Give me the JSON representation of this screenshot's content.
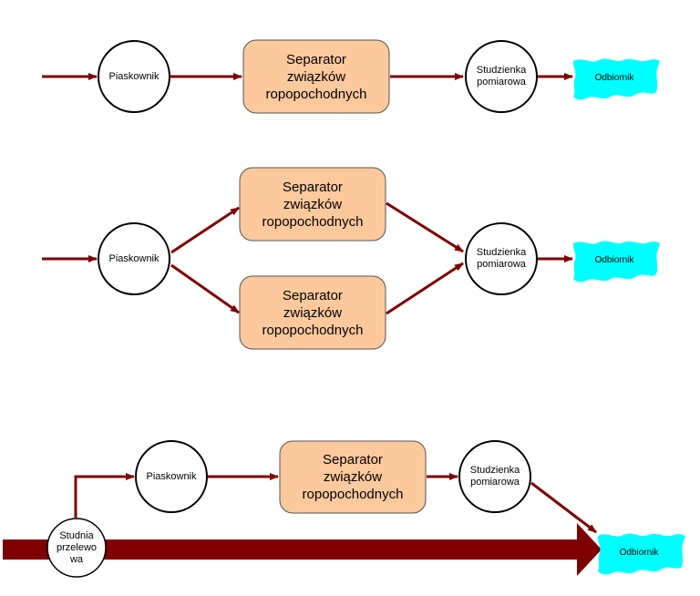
{
  "colors": {
    "arrow": "#7f0000",
    "separator_fill": "#fcc99d",
    "separator_stroke": "#555555",
    "receiver_fill": "#00ffff",
    "circle_stroke": "#000000",
    "circle_fill": "#ffffff"
  },
  "diagram1": {
    "sand_trap": "Piaskownik",
    "separator": "Separator\nzwiązków\nropopochodnych",
    "measuring_well": "Studzienka\npomiarowa",
    "receiver": "Odbiornik"
  },
  "diagram2": {
    "sand_trap": "Piaskownik",
    "separator_top": "Separator\nzwiązków\nropopochodnych",
    "separator_bottom": "Separator\nzwiązków\nropopochodnych",
    "measuring_well": "Studzienka\npomiarowa",
    "receiver": "Odbiornik"
  },
  "diagram3": {
    "overflow_well": "Studnia\nprzelewo\nwa",
    "sand_trap": "Piaskownik",
    "separator": "Separator\nzwiązków\nropopochodnych",
    "measuring_well": "Studzienka\npomiarowa",
    "receiver": "Odbiornik"
  }
}
